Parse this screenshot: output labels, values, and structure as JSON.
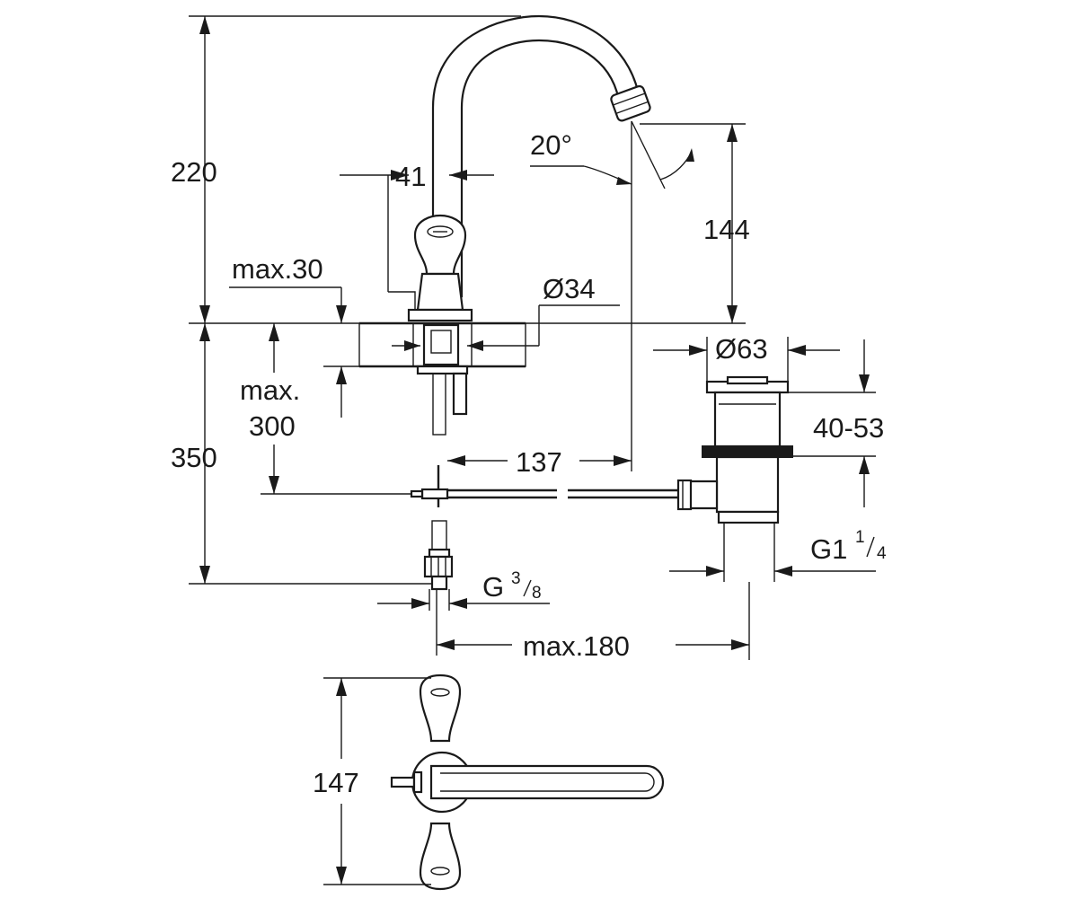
{
  "dimensions": {
    "height_total": "220",
    "lever_width": "41",
    "spout_angle": "20°",
    "spout_height": "144",
    "deck_max_thickness": "max.30",
    "hole_diameter": "Ø34",
    "waste_diameter": "Ø63",
    "max_depth_line1": "max.",
    "max_depth_line2": "300",
    "under_deck": "350",
    "waste_range": "40-53",
    "spout_projection": "137",
    "waste_thread_main": "G1",
    "waste_thread_num": "1",
    "waste_thread_den": "4",
    "supply_thread_main": "G",
    "supply_thread_num": "3",
    "supply_thread_den": "8",
    "max_reach": "max.180",
    "handle_span": "147"
  },
  "colors": {
    "line": "#1a1a1a",
    "background": "#ffffff"
  }
}
